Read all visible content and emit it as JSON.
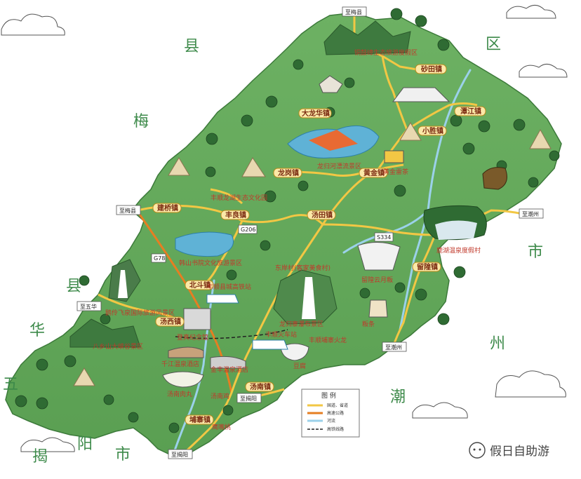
{
  "neighbors": {
    "meixian_1": "县",
    "meixian_2": "梅",
    "meixian_3": "区",
    "chaozhou_1": "市",
    "chaozhou_2": "州",
    "chaozhou_3": "潮",
    "wuhua_1": "县",
    "wuhua_2": "华",
    "wuhua_3": "五",
    "jieyang_1": "揭",
    "jieyang_2": "阳",
    "jieyang_3": "市"
  },
  "exits": {
    "to_meixian_n": "至梅县",
    "to_meixian_w": "至梅县",
    "to_wuhua": "至五华",
    "to_chaozhou_e": "至潮州",
    "to_chaozhou_se": "至潮州",
    "to_jieyang": "至揭阳",
    "to_jieyang_2": "至揭阳"
  },
  "roads": {
    "g206": "G206",
    "g78": "G78",
    "s334": "S334"
  },
  "towns": {
    "shatian": "砂田镇",
    "tanjiang": "潭江镇",
    "xiaosheng": "小胜镇",
    "dalongsha": "大龙华镇",
    "longgang": "龙岗镇",
    "huangjin": "黄金镇",
    "jianqiao": "建桥镇",
    "fengliang": "丰良镇",
    "tangtian": "汤田镇",
    "liuhuang": "留隍镇",
    "beidou": "北斗镇",
    "tangxi": "汤西镇",
    "tangnan": "汤南镇",
    "xihu": "埔寨镇"
  },
  "spots": {
    "tongguzhang": "铜鼓嶂生态旅游度假区",
    "longgui": "龙归河漂流景区",
    "lutan": "鹿湖温泉度假村",
    "changle": "丰顺龙湖生态文化园",
    "hanshan": "韩山书院文化旅游景区",
    "fangshan_ecology": "东岸村(客家美食村)",
    "zhongshan": "丰顺县城高铁站",
    "hulu_fall": "龙归寨瀑布景区",
    "liuhuang_moon": "留隍云月粄",
    "tiger_point": "鹅伶飞泉国际旅游风景区",
    "bajiao_mountain": "八乡山大峡谷景区",
    "xianjiang": "千江温泉酒店",
    "yinghua": "黄金镇",
    "yuanzhi": "登真纪念馆",
    "fengshun_station": "丰顺火车站",
    "tangnan_food": "汤南肉丸",
    "tangxi_food": "金丰温泉酒店",
    "pork": "汤南鸡",
    "noodle": "粄条",
    "bean": "豆腐",
    "local_tea": "黄金雷茶",
    "tea_garden": "鹰嘴桃",
    "zhongmen": "丰顺埔寨火龙"
  },
  "legend": {
    "title": "图 例",
    "items": [
      "国道、省道",
      "高速公路",
      "河流",
      "高铁线路"
    ],
    "colors": [
      "#f2c744",
      "#e67e22",
      "#9bd1ea",
      "#222222"
    ]
  },
  "watermark": "假日自助游",
  "colors": {
    "land": "#62a85a",
    "land_dark": "#4a8f46",
    "road": "#f2c744",
    "highway": "#e67e22",
    "river": "#9bd1ea",
    "town_label_bg": "#fbe9a8"
  }
}
